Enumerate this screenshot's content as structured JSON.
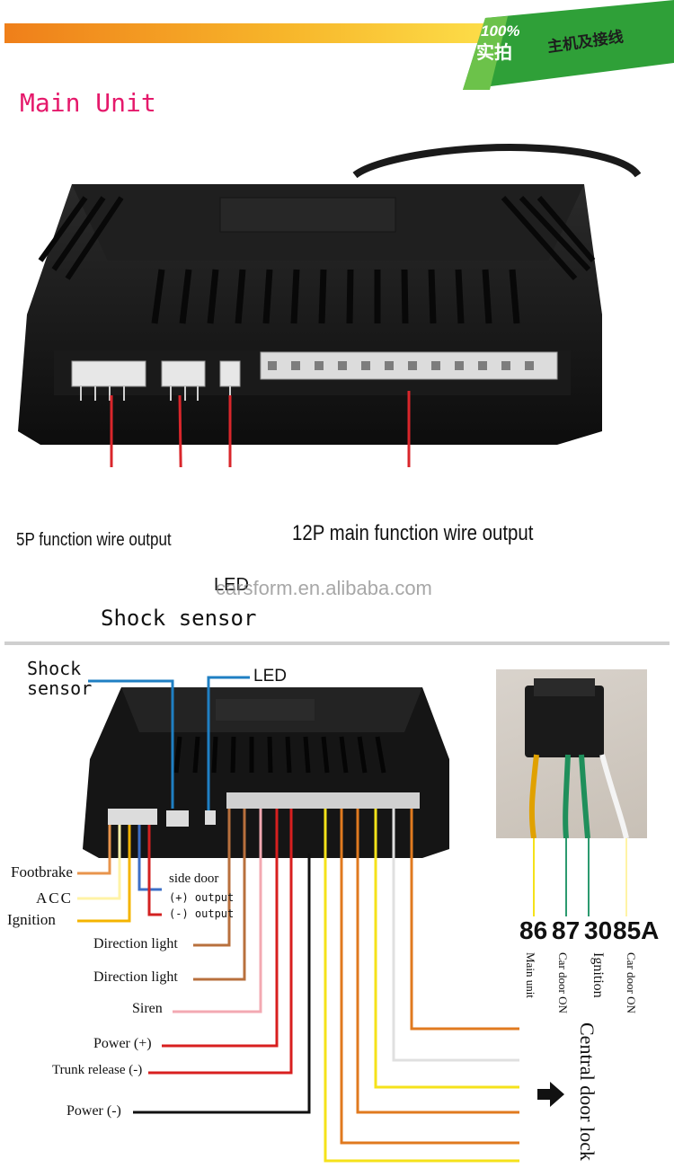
{
  "header": {
    "badge_line1": "100%",
    "badge_line2": "实拍",
    "badge_line3": "主机及接线",
    "title": "Main Unit"
  },
  "top_diagram": {
    "label_5p": "5P function wire output",
    "label_12p": "12P main function wire output",
    "label_led": "LED",
    "label_shock": "Shock sensor",
    "watermark": "carsform.en.alibaba.com"
  },
  "wiring_diagram": {
    "shock_line1": "Shock",
    "shock_line2": "sensor",
    "led": "LED",
    "footbrake": "Footbrake",
    "acc": "ACC",
    "ignition": "Ignition",
    "side_door": "side door",
    "plus_output": "(+) output",
    "minus_output": "(-) output",
    "direction_light_1": "Direction light",
    "direction_light_2": "Direction light",
    "siren": "Siren",
    "power_plus": "Power (+)",
    "trunk_release": "Trunk release (-)",
    "power_minus": "Power (-)",
    "central_door_lock": "Central door lock"
  },
  "relay": {
    "pin_86": "86",
    "pin_87": "87",
    "pin_30": "30",
    "pin_85a": "85A",
    "desc_86": "Main unit",
    "desc_87": "Car door ON",
    "desc_30": "Ignition",
    "desc_85a": "Car door ON"
  },
  "colors": {
    "title": "#e5196b",
    "arrow": "#d9262b",
    "callout": "#1f7fc3",
    "footbrake": "#e8944c",
    "acc": "#fff3a6",
    "ignition": "#f4b400",
    "side_plus": "#3d6fc7",
    "side_minus": "#d32121",
    "direction_light": "#b8703d",
    "siren": "#f3a9b2",
    "power_plus": "#d81f1f",
    "power_minus": "#111111",
    "door_lock_yellow": "#f5e21a",
    "door_lock_orange": "#e07a1f",
    "door_lock_white": "#e0e0e0"
  }
}
